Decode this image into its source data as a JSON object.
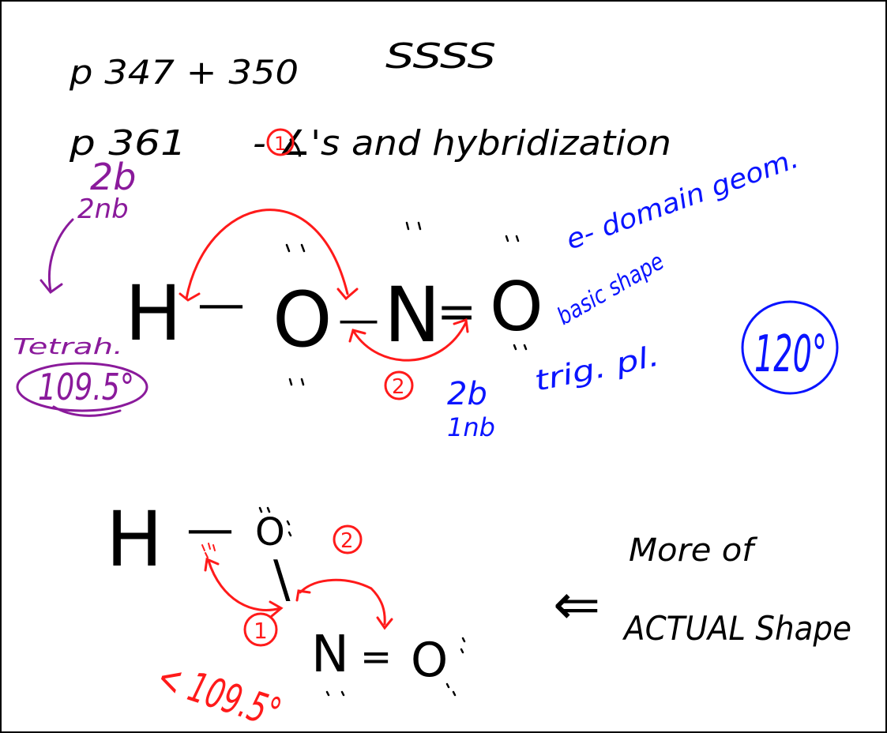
{
  "colors": {
    "ink": "#000000",
    "red": "#ff1a1a",
    "blue": "#0a14ff",
    "purple": "#8a1a9b",
    "background": "#ffffff"
  },
  "notes": {
    "line1_pages": "p 347 + 350",
    "line1_tag": "SSSS",
    "line2_page": "p 361",
    "line2_topic": "- ∡'s and hybridization"
  },
  "molecule1": {
    "atoms": [
      "H",
      "O",
      "N",
      "O"
    ],
    "bonds": [
      "—",
      "—",
      "="
    ],
    "purple_domains_bonding": "2b",
    "purple_domains_nonbonding": "2nb",
    "purple_shape": "Tetrah.",
    "purple_angle": "109.5°",
    "red_label_1": "1",
    "red_label_2": "2",
    "blue_domains_bonding": "2b",
    "blue_domains_nonbonding": "1nb",
    "blue_note_geometry": "e- domain geom.",
    "blue_note_shape": "basic shape",
    "blue_shape": "trig. pl.",
    "blue_angle": "120°"
  },
  "molecule2": {
    "atoms": [
      "H",
      "O",
      "N",
      "O"
    ],
    "bonds": [
      "—",
      "\\",
      "="
    ],
    "red_label_1": "1",
    "red_label_2": "2",
    "red_angle": "< 109.5°",
    "arrow": "⇐",
    "caption_line1": "More of",
    "caption_line2": "ACTUAL Shape"
  }
}
